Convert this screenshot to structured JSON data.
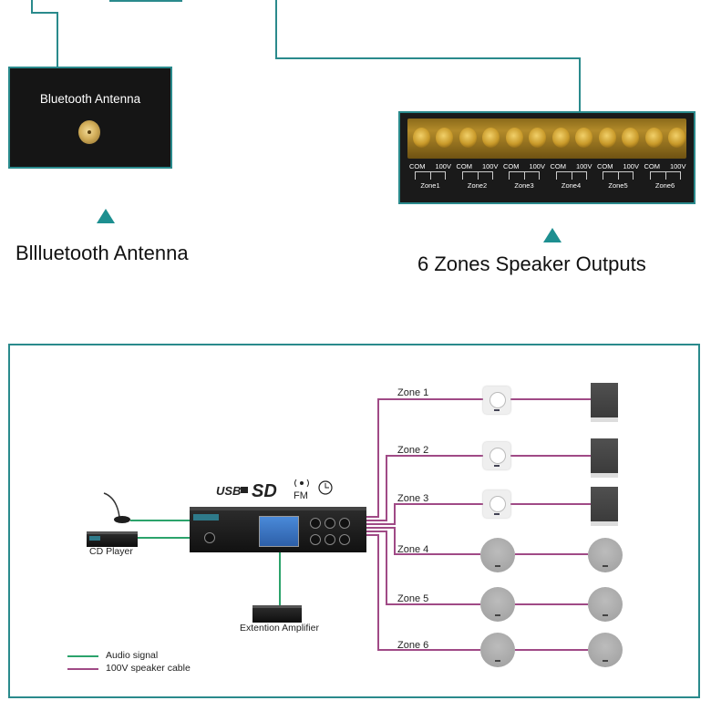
{
  "top_section": {
    "bluetooth_box": {
      "title": "Bluetooth Antenna",
      "connector_icon": "sma-connector-icon"
    },
    "bluetooth_caption": "Bllluetooth Antenna",
    "terminal_box": {
      "zones": [
        {
          "com": "COM",
          "volt": "100V",
          "name": "Zone1"
        },
        {
          "com": "COM",
          "volt": "100V",
          "name": "Zone2"
        },
        {
          "com": "COM",
          "volt": "100V",
          "name": "Zone3"
        },
        {
          "com": "COM",
          "volt": "100V",
          "name": "Zone4"
        },
        {
          "com": "COM",
          "volt": "100V",
          "name": "Zone5"
        },
        {
          "com": "COM",
          "volt": "100V",
          "name": "Zone6"
        }
      ]
    },
    "terminal_caption": "6 Zones Speaker Outputs"
  },
  "diagram": {
    "sources": {
      "microphone_icon": "gooseneck-microphone-icon",
      "cd_player_label": "CD Player"
    },
    "feature_icons": [
      {
        "icon": "usb-icon",
        "label": "USB"
      },
      {
        "icon": "sd-card-icon",
        "label": "SD"
      },
      {
        "icon": "fm-radio-icon",
        "label": "FM"
      },
      {
        "icon": "clock-timing-icon",
        "label": "Timing"
      }
    ],
    "extension_amp_label": "Extention Amplifier",
    "zones": [
      {
        "label": "Zone 1",
        "devices": [
          "volume-control",
          "box-speaker"
        ]
      },
      {
        "label": "Zone 2",
        "devices": [
          "volume-control",
          "box-speaker"
        ]
      },
      {
        "label": "Zone 3",
        "devices": [
          "volume-control",
          "box-speaker"
        ]
      },
      {
        "label": "Zone 4",
        "devices": [
          "ceiling-speaker",
          "ceiling-speaker"
        ]
      },
      {
        "label": "Zone 5",
        "devices": [
          "ceiling-speaker",
          "ceiling-speaker"
        ]
      },
      {
        "label": "Zone 6",
        "devices": [
          "ceiling-speaker",
          "ceiling-speaker"
        ]
      }
    ],
    "legend": [
      {
        "label": "Audio signal",
        "color": "#2ba36b"
      },
      {
        "label": "100V speaker cable",
        "color": "#a04a86"
      }
    ]
  },
  "colors": {
    "accent_teal": "#2a8a8c",
    "triangle": "#1d8f90",
    "audio_signal": "#2ba36b",
    "speaker_cable": "#a04a86"
  }
}
